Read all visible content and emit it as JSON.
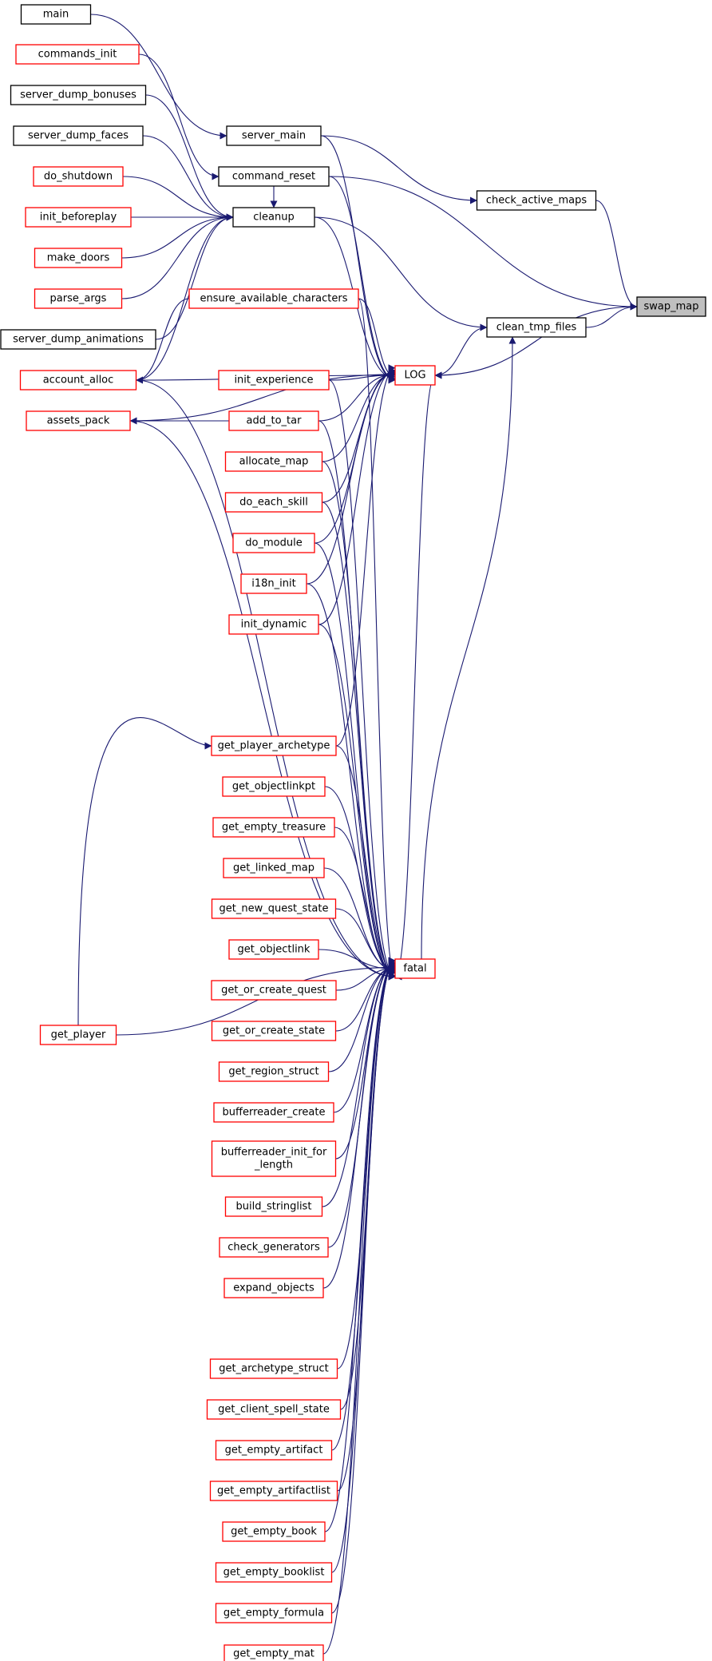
{
  "colors": {
    "edge": "#191970",
    "border_documented": "#000000",
    "border_undocumented": "#ff0000",
    "fill_focus": "#bfbfbf",
    "fill_default": "#ffffff"
  },
  "nodes": [
    {
      "id": "main",
      "label": "main",
      "status": "documented"
    },
    {
      "id": "commands_init",
      "label": "commands_init",
      "status": "undocumented"
    },
    {
      "id": "server_dump_bonuses",
      "label": "server_dump_bonuses",
      "status": "documented"
    },
    {
      "id": "server_dump_faces",
      "label": "server_dump_faces",
      "status": "documented"
    },
    {
      "id": "do_shutdown",
      "label": "do_shutdown",
      "status": "undocumented"
    },
    {
      "id": "init_beforeplay",
      "label": "init_beforeplay",
      "status": "undocumented"
    },
    {
      "id": "make_doors",
      "label": "make_doors",
      "status": "undocumented"
    },
    {
      "id": "parse_args",
      "label": "parse_args",
      "status": "undocumented"
    },
    {
      "id": "server_dump_animations",
      "label": "server_dump_animations",
      "status": "documented"
    },
    {
      "id": "account_alloc",
      "label": "account_alloc",
      "status": "undocumented"
    },
    {
      "id": "assets_pack",
      "label": "assets_pack",
      "status": "undocumented"
    },
    {
      "id": "get_player",
      "label": "get_player",
      "status": "undocumented"
    },
    {
      "id": "server_main",
      "label": "server_main",
      "status": "documented"
    },
    {
      "id": "command_reset",
      "label": "command_reset",
      "status": "documented"
    },
    {
      "id": "cleanup",
      "label": "cleanup",
      "status": "documented"
    },
    {
      "id": "ensure_available_characters",
      "label": "ensure_available_characters",
      "status": "undocumented"
    },
    {
      "id": "init_experience",
      "label": "init_experience",
      "status": "undocumented"
    },
    {
      "id": "add_to_tar",
      "label": "add_to_tar",
      "status": "undocumented"
    },
    {
      "id": "allocate_map",
      "label": "allocate_map",
      "status": "undocumented"
    },
    {
      "id": "do_each_skill",
      "label": "do_each_skill",
      "status": "undocumented"
    },
    {
      "id": "do_module",
      "label": "do_module",
      "status": "undocumented"
    },
    {
      "id": "i18n_init",
      "label": "i18n_init",
      "status": "undocumented"
    },
    {
      "id": "init_dynamic",
      "label": "init_dynamic",
      "status": "undocumented"
    },
    {
      "id": "get_player_archetype",
      "label": "get_player_archetype",
      "status": "undocumented"
    },
    {
      "id": "get_objectlinkpt",
      "label": "get_objectlinkpt",
      "status": "undocumented"
    },
    {
      "id": "get_empty_treasure",
      "label": "get_empty_treasure",
      "status": "undocumented"
    },
    {
      "id": "get_linked_map",
      "label": "get_linked_map",
      "status": "undocumented"
    },
    {
      "id": "get_new_quest_state",
      "label": "get_new_quest_state",
      "status": "undocumented"
    },
    {
      "id": "get_objectlink",
      "label": "get_objectlink",
      "status": "undocumented"
    },
    {
      "id": "get_or_create_quest",
      "label": "get_or_create_quest",
      "status": "undocumented"
    },
    {
      "id": "get_or_create_state",
      "label": "get_or_create_state",
      "status": "undocumented"
    },
    {
      "id": "get_region_struct",
      "label": "get_region_struct",
      "status": "undocumented"
    },
    {
      "id": "bufferreader_create",
      "label": "bufferreader_create",
      "status": "undocumented"
    },
    {
      "id": "bufferreader_init_for_length",
      "label": "bufferreader_init_for\n_length",
      "status": "undocumented"
    },
    {
      "id": "build_stringlist",
      "label": "build_stringlist",
      "status": "undocumented"
    },
    {
      "id": "check_generators",
      "label": "check_generators",
      "status": "undocumented"
    },
    {
      "id": "expand_objects",
      "label": "expand_objects",
      "status": "undocumented"
    },
    {
      "id": "get_archetype_struct",
      "label": "get_archetype_struct",
      "status": "undocumented"
    },
    {
      "id": "get_client_spell_state",
      "label": "get_client_spell_state",
      "status": "undocumented"
    },
    {
      "id": "get_empty_artifact",
      "label": "get_empty_artifact",
      "status": "undocumented"
    },
    {
      "id": "get_empty_artifactlist",
      "label": "get_empty_artifactlist",
      "status": "undocumented"
    },
    {
      "id": "get_empty_book",
      "label": "get_empty_book",
      "status": "undocumented"
    },
    {
      "id": "get_empty_booklist",
      "label": "get_empty_booklist",
      "status": "undocumented"
    },
    {
      "id": "get_empty_formula",
      "label": "get_empty_formula",
      "status": "undocumented"
    },
    {
      "id": "get_empty_mat",
      "label": "get_empty_mat",
      "status": "undocumented"
    },
    {
      "id": "check_active_maps",
      "label": "check_active_maps",
      "status": "documented"
    },
    {
      "id": "clean_tmp_files",
      "label": "clean_tmp_files",
      "status": "documented"
    },
    {
      "id": "LOG",
      "label": "LOG",
      "status": "undocumented"
    },
    {
      "id": "fatal",
      "label": "fatal",
      "status": "undocumented"
    },
    {
      "id": "swap_map",
      "label": "swap_map",
      "status": "focus"
    }
  ],
  "edges": [
    [
      "main",
      "server_main"
    ],
    [
      "commands_init",
      "command_reset"
    ],
    [
      "server_dump_bonuses",
      "cleanup"
    ],
    [
      "server_dump_faces",
      "cleanup"
    ],
    [
      "do_shutdown",
      "cleanup"
    ],
    [
      "init_beforeplay",
      "cleanup"
    ],
    [
      "make_doors",
      "cleanup"
    ],
    [
      "parse_args",
      "cleanup"
    ],
    [
      "server_dump_animations",
      "cleanup"
    ],
    [
      "command_reset",
      "cleanup"
    ],
    [
      "account_alloc",
      "cleanup"
    ],
    [
      "server_main",
      "check_active_maps"
    ],
    [
      "check_active_maps",
      "swap_map"
    ],
    [
      "command_reset",
      "swap_map"
    ],
    [
      "clean_tmp_files",
      "swap_map"
    ],
    [
      "cleanup",
      "clean_tmp_files"
    ],
    [
      "swap_map",
      "LOG"
    ],
    [
      "clean_tmp_files",
      "LOG"
    ],
    [
      "server_main",
      "LOG"
    ],
    [
      "command_reset",
      "LOG"
    ],
    [
      "cleanup",
      "LOG"
    ],
    [
      "account_alloc",
      "LOG"
    ],
    [
      "assets_pack",
      "LOG"
    ],
    [
      "ensure_available_characters",
      "LOG"
    ],
    [
      "init_experience",
      "LOG"
    ],
    [
      "add_to_tar",
      "LOG"
    ],
    [
      "allocate_map",
      "LOG"
    ],
    [
      "do_each_skill",
      "LOG"
    ],
    [
      "do_module",
      "LOG"
    ],
    [
      "i18n_init",
      "LOG"
    ],
    [
      "init_dynamic",
      "LOG"
    ],
    [
      "get_player_archetype",
      "LOG"
    ],
    [
      "ensure_available_characters",
      "account_alloc"
    ],
    [
      "add_to_tar",
      "assets_pack"
    ],
    [
      "get_player",
      "get_player_archetype"
    ],
    [
      "fatal",
      "clean_tmp_files"
    ],
    [
      "LOG",
      "fatal"
    ],
    [
      "ensure_available_characters",
      "fatal"
    ],
    [
      "init_experience",
      "fatal"
    ],
    [
      "add_to_tar",
      "fatal"
    ],
    [
      "allocate_map",
      "fatal"
    ],
    [
      "do_each_skill",
      "fatal"
    ],
    [
      "do_module",
      "fatal"
    ],
    [
      "i18n_init",
      "fatal"
    ],
    [
      "init_dynamic",
      "fatal"
    ],
    [
      "account_alloc",
      "fatal"
    ],
    [
      "assets_pack",
      "fatal"
    ],
    [
      "get_player",
      "fatal"
    ],
    [
      "get_player_archetype",
      "fatal"
    ],
    [
      "get_objectlinkpt",
      "fatal"
    ],
    [
      "get_empty_treasure",
      "fatal"
    ],
    [
      "get_linked_map",
      "fatal"
    ],
    [
      "get_new_quest_state",
      "fatal"
    ],
    [
      "get_objectlink",
      "fatal"
    ],
    [
      "get_or_create_quest",
      "fatal"
    ],
    [
      "get_or_create_state",
      "fatal"
    ],
    [
      "get_region_struct",
      "fatal"
    ],
    [
      "bufferreader_create",
      "fatal"
    ],
    [
      "bufferreader_init_for_length",
      "fatal"
    ],
    [
      "build_stringlist",
      "fatal"
    ],
    [
      "check_generators",
      "fatal"
    ],
    [
      "expand_objects",
      "fatal"
    ],
    [
      "get_archetype_struct",
      "fatal"
    ],
    [
      "get_client_spell_state",
      "fatal"
    ],
    [
      "get_empty_artifact",
      "fatal"
    ],
    [
      "get_empty_artifactlist",
      "fatal"
    ],
    [
      "get_empty_book",
      "fatal"
    ],
    [
      "get_empty_booklist",
      "fatal"
    ],
    [
      "get_empty_formula",
      "fatal"
    ],
    [
      "get_empty_mat",
      "fatal"
    ]
  ]
}
